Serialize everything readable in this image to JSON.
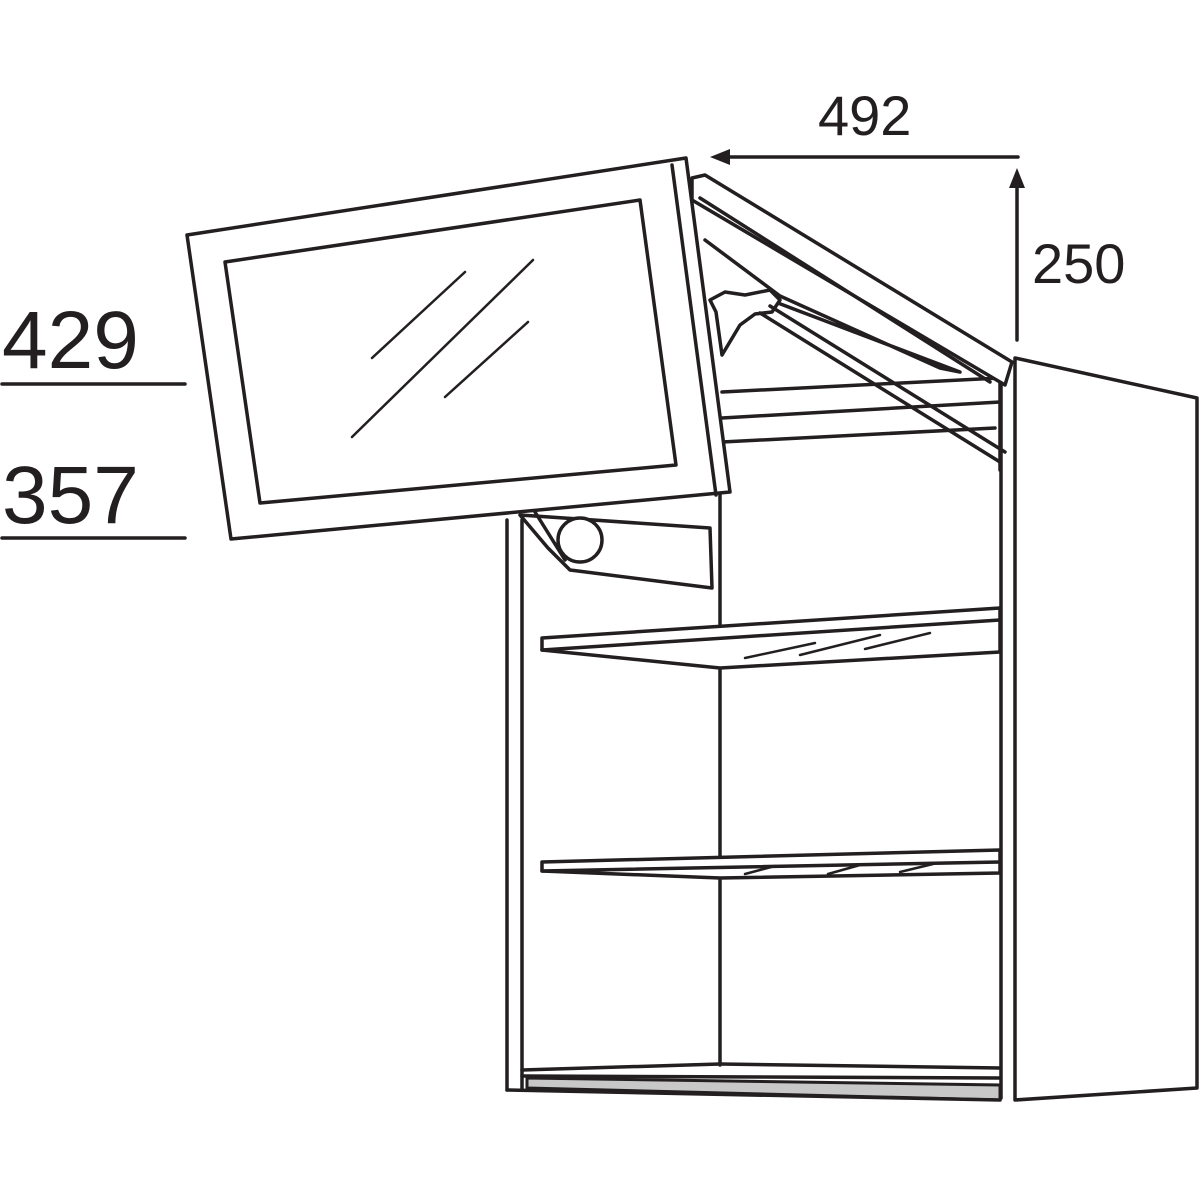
{
  "diagram": {
    "subject": "Wall cabinet with lift-up glass flap door and two shelves",
    "dimensions": {
      "opening_depth": "492",
      "opening_height": "250",
      "height_upper": "429",
      "height_lower": "357"
    },
    "colors": {
      "line": "#231f20",
      "background": "#ffffff",
      "bottom_panel": "#c8c8c8"
    }
  }
}
